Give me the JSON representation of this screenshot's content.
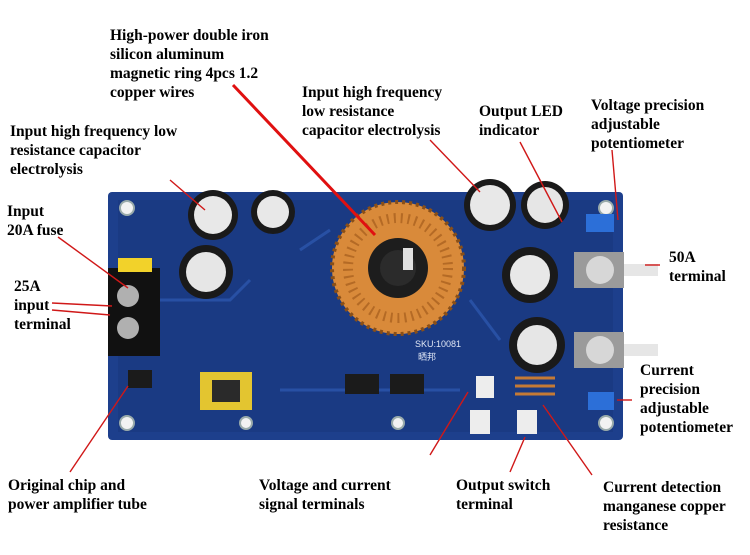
{
  "labels": {
    "magnetic_ring": [
      "High-power double iron",
      "silicon aluminum",
      "magnetic ring 4pcs 1.2",
      "copper wires"
    ],
    "input_cap_left": [
      "Input high frequency low",
      "resistance capacitor",
      "electrolysis"
    ],
    "input_cap_right": [
      "Input high frequency",
      "low resistance",
      "capacitor electrolysis"
    ],
    "output_led": [
      "Output LED",
      "indicator"
    ],
    "voltage_pot": [
      "Voltage precision",
      "adjustable",
      "potentiometer"
    ],
    "input_fuse": [
      "Input",
      "20A fuse"
    ],
    "input_terminal": [
      "25A",
      "input",
      "terminal"
    ],
    "output_terminal": [
      "50A",
      "terminal"
    ],
    "current_pot": [
      "Current",
      "precision",
      "adjustable",
      "potentiometer"
    ],
    "chip": [
      "Original chip and",
      "power amplifier tube"
    ],
    "signal_terminals": [
      "Voltage and current",
      "signal terminals"
    ],
    "switch_terminal": [
      "Output switch",
      "terminal"
    ],
    "current_detect": [
      "Current detection",
      "manganese copper",
      "resistance"
    ]
  },
  "board": {
    "silkscreen_sku": "SKU:10081",
    "silkscreen_brand": "晒邦",
    "colors": {
      "pcb": "#1d3f8c",
      "pcb_dark": "#142c66",
      "copper": "#d98a3a",
      "pointer_red": "#e01010"
    }
  }
}
